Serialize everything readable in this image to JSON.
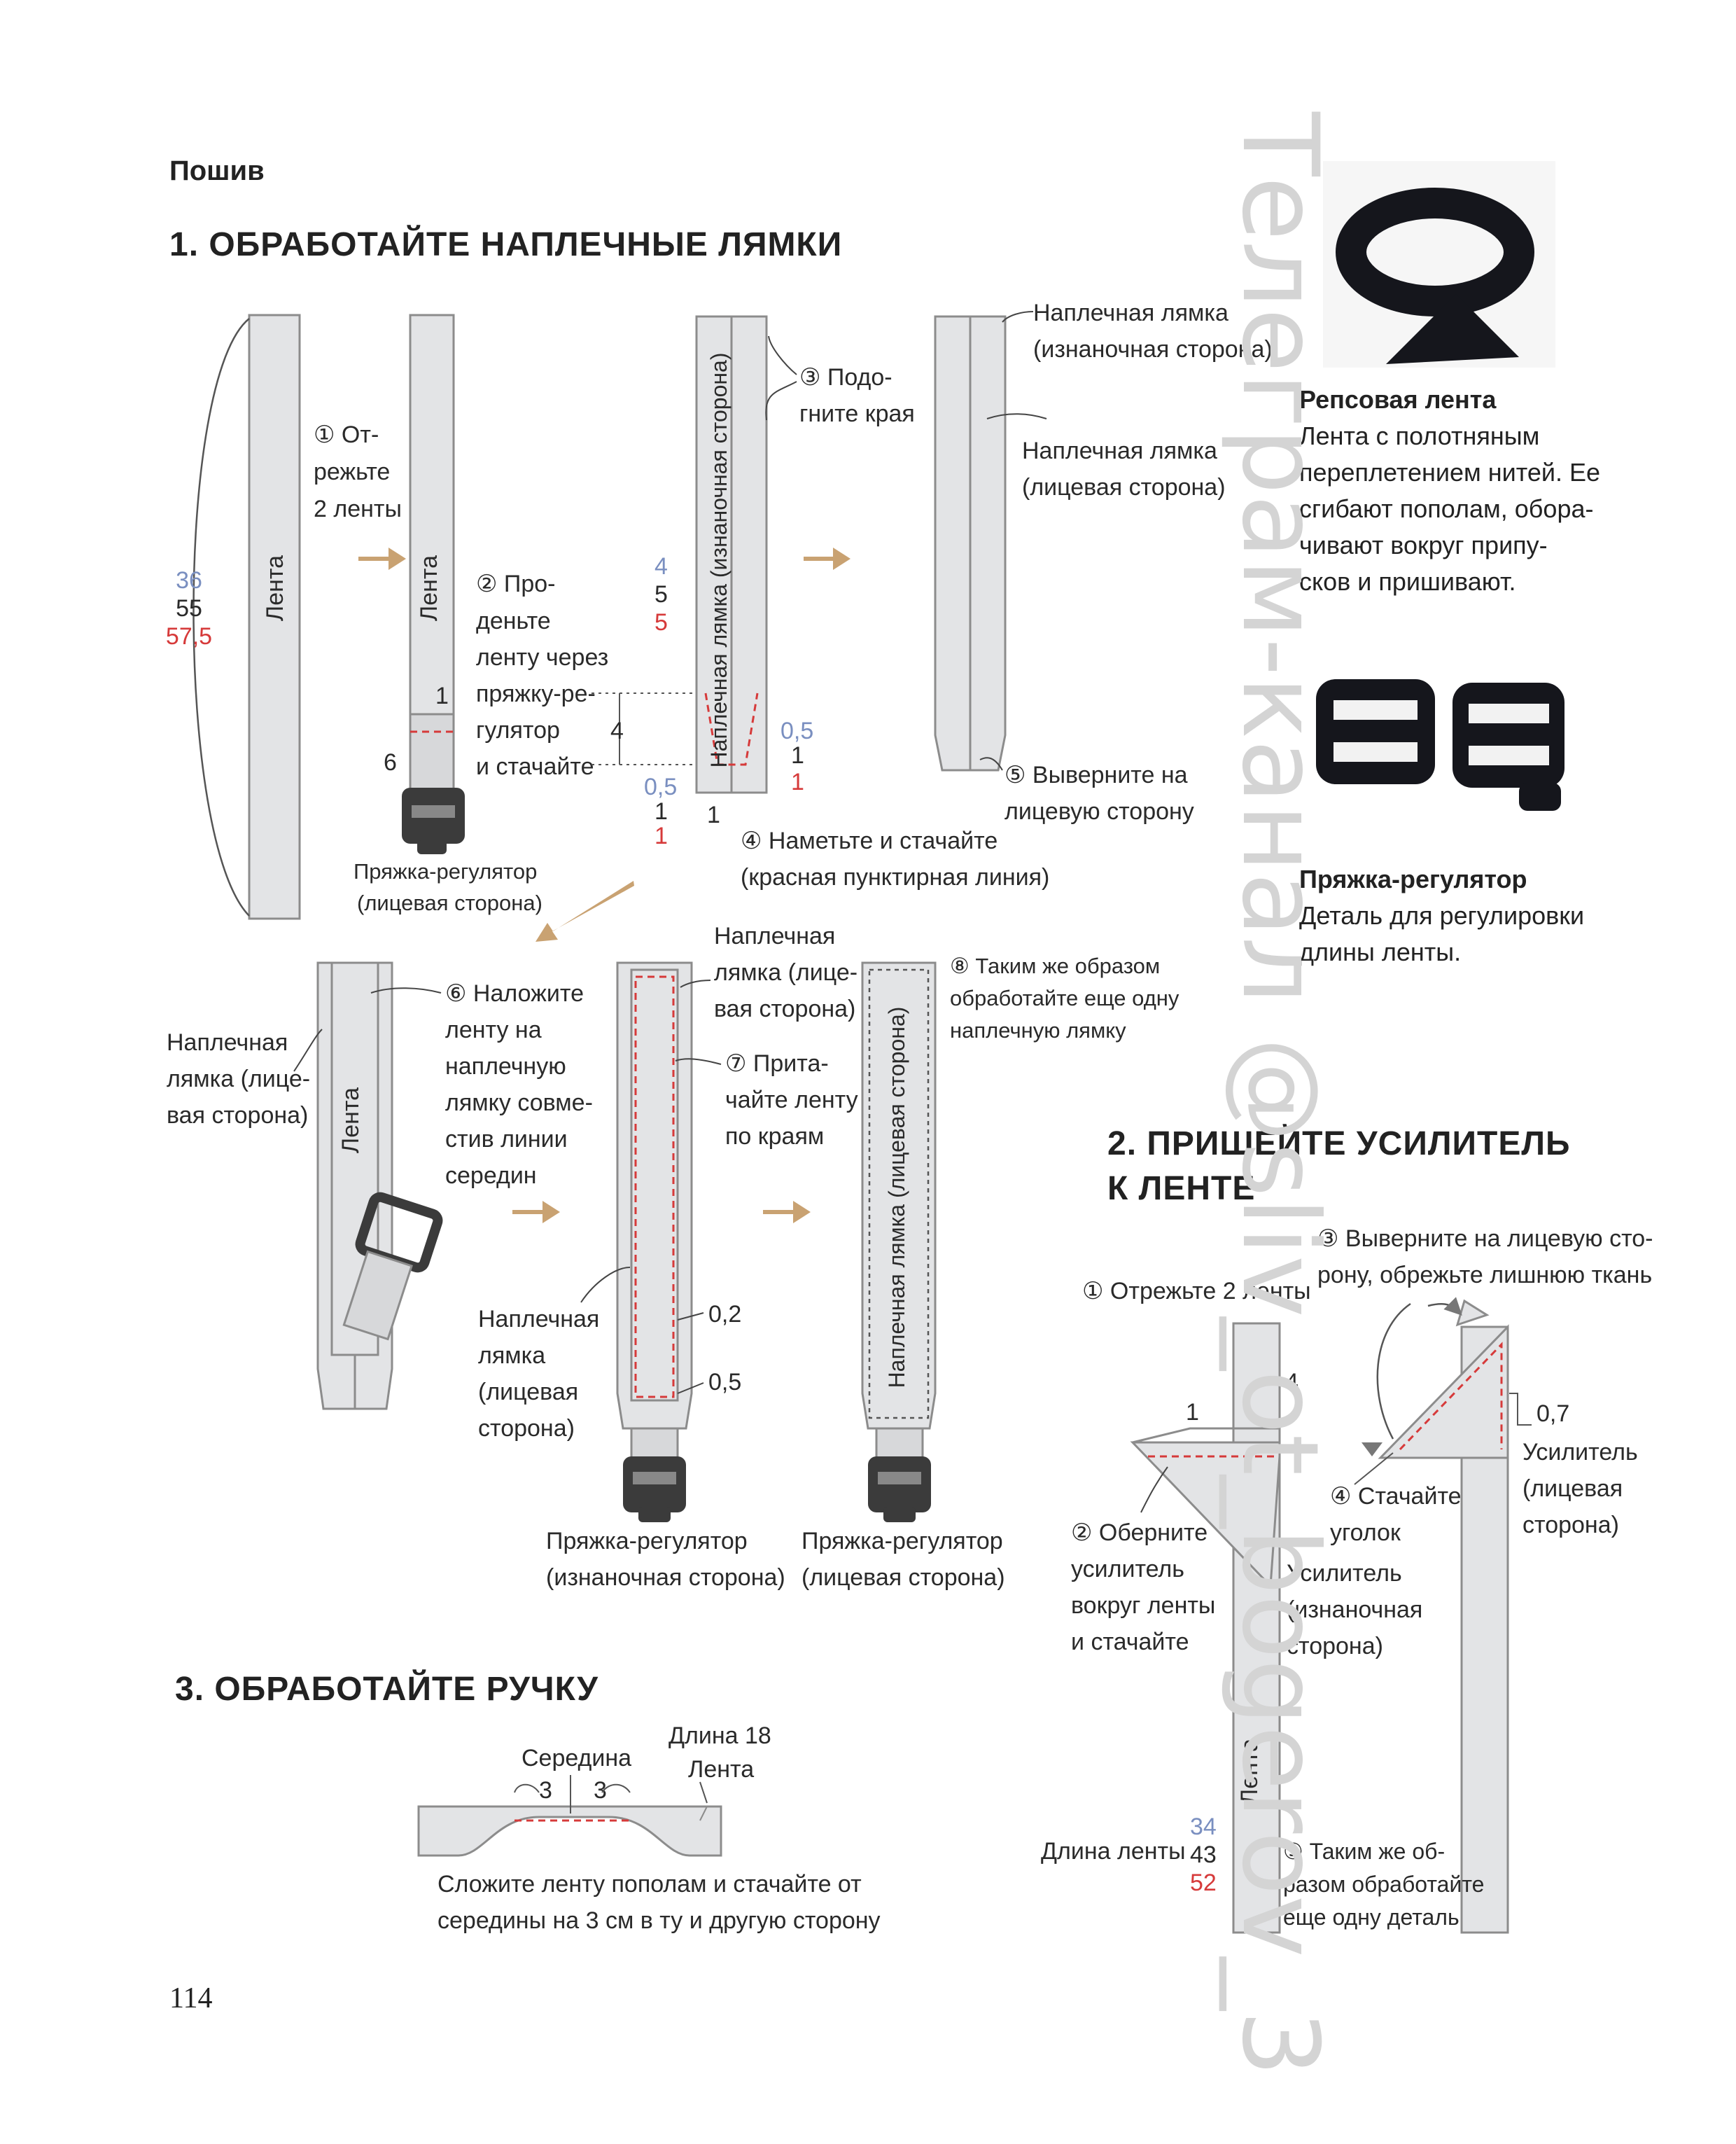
{
  "section_label": "Пошив",
  "step1": {
    "title": "1. ОБРАБОТАЙТЕ НАПЛЕЧНЫЕ ЛЯМКИ",
    "strip_label": "Лента",
    "size_1": "36",
    "size_2": "55",
    "size_3": "57,5",
    "s1_line1": "① От-",
    "s1_line2": "режьте",
    "s1_line3": "2 ленты",
    "s2_line1": "② Про-",
    "s2_line2": "деньте",
    "s2_line3": "ленту через",
    "s2_line4": "пряжку-ре-",
    "s2_line5": "гулятор",
    "s2_line6": "и стачайте",
    "dim_1": "1",
    "dim_6": "6",
    "dim_4": "4",
    "buckle_line1": "Пряжка-регулятор",
    "buckle_line2": "(лицевая сторона)",
    "vertical_strap_label": "Наплечная лямка (изнаночная сторона)",
    "s3_line1": "③ Подо-",
    "s3_line2": "гните края",
    "m_4_blue": "4",
    "m_5_dark": "5",
    "m_5_red": "5",
    "m_05_blue_l": "0,5",
    "m_1_dark_l": "1",
    "m_1_red_l": "1",
    "m_05_blue_r": "0,5",
    "m_1_dark_r": "1",
    "m_1_red_r": "1",
    "m_1_bottom": "1",
    "s4_line1": "④ Наметьте и  стачайте",
    "s4_line2": "(красная пунктирная линия)",
    "wrong_side_line1": "Наплечная лямка",
    "wrong_side_line2": "(изнаночная сторона)",
    "right_side_line1": "Наплечная лямка",
    "right_side_line2": "(лицевая сторона)",
    "s5_line1": "⑤ Выверните на",
    "s5_line2": "лицевую сторону",
    "left_strap_line1": "Наплечная",
    "left_strap_line2": "лямка (лице-",
    "left_strap_line3": "вая сторона)",
    "s6_line1": "⑥ Наложите",
    "s6_line2": "ленту на",
    "s6_line3": "наплечную",
    "s6_line4": "лямку совме-",
    "s6_line5": "стив линии",
    "s6_line6": "середин",
    "mid_top_line1": "Наплечная",
    "mid_top_line2": "лямка (лице-",
    "mid_top_line3": "вая сторона)",
    "s7_line1": "⑦ Прита-",
    "s7_line2": "чайте  ленту",
    "s7_line3": "по краям",
    "m_02": "0,2",
    "m_05": "0,5",
    "mid_bot_line1": "Наплечная",
    "mid_bot_line2": "лямка",
    "mid_bot_line3": "(лицевая",
    "mid_bot_line4": "сторона)",
    "buckle2_line1": "Пряжка-регулятор",
    "buckle2_line2": "(изнаночная сторона)",
    "vertical_strap_label2": "Наплечная лямка (лицевая сторона)",
    "s8_line1": "⑧ Таким же образом",
    "s8_line2": "обработайте еще одну",
    "s8_line3": "наплечную лямку",
    "buckle3_line1": "Пряжка-регулятор",
    "buckle3_line2": "(лицевая сторона)"
  },
  "sidebar": {
    "tape_title": "Репсовая лента",
    "tape_line1": "Лента с полотняным",
    "tape_line2": "переплетением нитей. Ее",
    "tape_line3": "сгибают пополам, обора-",
    "tape_line4": "чивают вокруг припу-",
    "tape_line5": "сков и пришивают.",
    "buckle_title": "Пряжка-регулятор",
    "buckle_line1": "Деталь для регулировки",
    "buckle_line2": "длины ленты."
  },
  "step2": {
    "title_line1": "2. ПРИШЕЙТЕ УСИЛИТЕЛЬ",
    "title_line2": "К ЛЕНТЕ",
    "s1": "① Отрежьте 2 ленты",
    "s3_line1": "③ Выверните на лицевую сто-",
    "s3_line2": "рону, обрежьте лишнюю ткань",
    "m_1": "1",
    "m_4": "4",
    "m_07": "0,7",
    "reinf_face_line1": "Усилитель",
    "reinf_face_line2": "(лицевая",
    "reinf_face_line3": "сторона)",
    "s4_line1": "④ Стачайте",
    "s4_line2": "уголок",
    "s2_line1": "② Оберните",
    "s2_line2": "усилитель",
    "s2_line3": "вокруг ленты",
    "s2_line4": "и стачайте",
    "reinf_wrong_line1": "Усилитель",
    "reinf_wrong_line2": "(изнаночная",
    "reinf_wrong_line3": "сторона)",
    "strip_label": "Лента",
    "length_label": "Длина ленты",
    "len_1": "34",
    "len_2": "43",
    "len_3": "52",
    "s5_line1": "⑤ Таким же об-",
    "s5_line2": "разом обработайте",
    "s5_line3": "еще одну деталь"
  },
  "step3": {
    "title": "3. ОБРАБОТАЙТЕ РУЧКУ",
    "middle": "Середина",
    "length_line1": "Длина 18",
    "length_line2": "Лента",
    "m_3a": "3",
    "m_3b": "3",
    "note_line1": "Сложите ленту пополам и стачайте от",
    "note_line2": "середины на 3 см в ту и другую сторону"
  },
  "watermark": "Телеграм-канал @sliv_ot_bogerov_3",
  "page_number": "114",
  "colors": {
    "tape": "#e3e4e6",
    "outline": "#8c8c8c",
    "stitch_red": "#d63a3a",
    "dim_blue": "#7a8fc0",
    "arrow": "#c9a272",
    "buckle_dark": "#3b3b3b"
  }
}
